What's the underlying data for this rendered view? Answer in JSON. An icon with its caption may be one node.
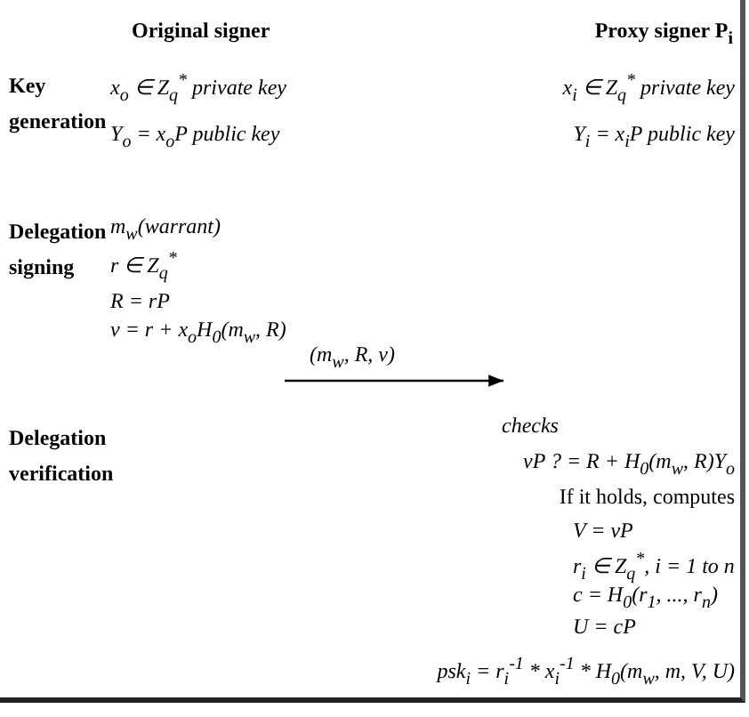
{
  "diagram": {
    "nodes": [
      {
        "text": [
          "Original signer"
        ]
      },
      {
        "text": [
          "Proxy signer P$_{i}$"
        ]
      }
    ],
    "edges": [
      {
        "from": 0,
        "to": 1,
        "arrow": "to",
        "label": "(m$_{w}$, R, v)"
      }
    ],
    "labels": [
      "Key generation",
      "x$_{o}$ ∈ Z$_{q}$$^{*}$  private key",
      "x$_{i}$ ∈ Z$_{q}$$^{*}$  private key",
      "Y$_{o}$ = x$_{o}$P public key",
      "Y$_{i}$ = x$_{i}$P  public key",
      "Delegation signing",
      "m$_{w}$(warrant)",
      "r ∈ Z$_{q}$$^{*}$",
      "R = rP",
      "v = r + x$_{o}$H$_{0}$(m$_{w}$, R)",
      "Delegation verification",
      "checks",
      "vP ? = R + H$_{0}$(m$_{w}$, R)Y$_{o}$",
      "If it holds, computes",
      "V = vP",
      "r$_{i}$ ∈ Z$_{q}$$^{*}$, i = 1 to n",
      "c = H$_{0}$(r$_{1}$, ..., r$_{n}$)",
      "U = cP",
      "psk$_{i}$ = r$_{i}$$^{-1}$ * x$_{i}$$^{-1}$ * H$_{0}$(m$_{w}$, m, V, U)"
    ]
  }
}
